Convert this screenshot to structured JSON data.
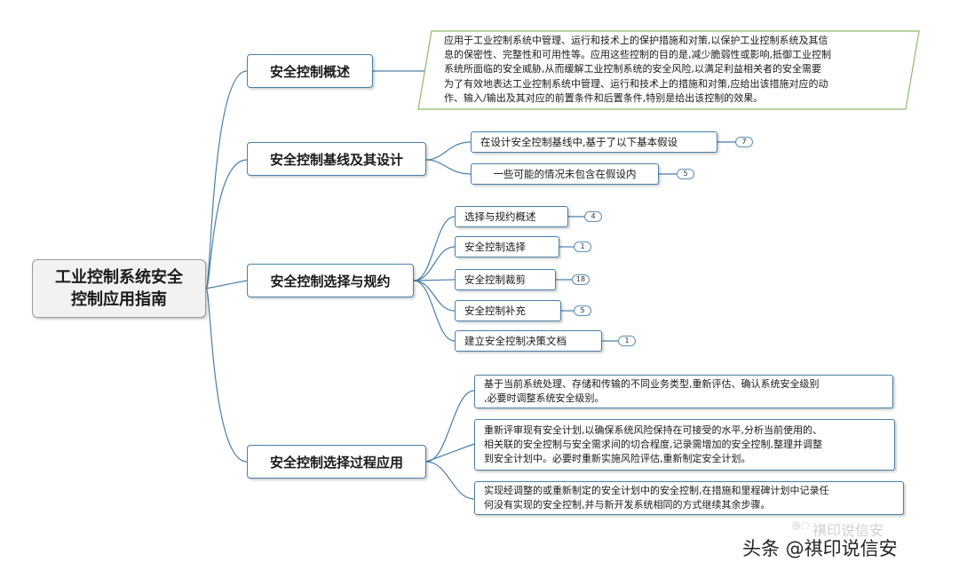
{
  "root": {
    "line1": "工业控制系统安全",
    "line2": "控制应用指南"
  },
  "branches": {
    "b1": {
      "label": "安全控制概述"
    },
    "b2": {
      "label": "安全控制基线及其设计"
    },
    "b3": {
      "label": "安全控制选择与规约"
    },
    "b4": {
      "label": "安全控制选择过程应用"
    }
  },
  "overview_text": [
    "应用于工业控制系统中管理、运行和技术上的保护措施和对策,以保护工业控制系统及其信",
    "息的保密性、完整性和可用性等。应用这些控制的目的是,减少脆弱性或影响,抵御工业控制",
    "系统所面临的安全威胁,从而缓解工业控制系统的安全风险,以满足利益相关者的安全需要",
    "为了有效地表达工业控制系统中管理、运行和技术上的措施和对策,应给出该措施对应的动",
    "作、输入/输出及其对应的前置条件和后置条件,特别是给出该控制的效果。"
  ],
  "baseline_items": [
    {
      "label": "在设计安全控制基线中,基于了以下基本假设",
      "count": "7"
    },
    {
      "label": "一些可能的情况未包含在假设内",
      "count": "5"
    }
  ],
  "selection_items": [
    {
      "label": "选择与规约概述",
      "count": "4"
    },
    {
      "label": "安全控制选择",
      "count": "1"
    },
    {
      "label": "安全控制裁剪",
      "count": "18"
    },
    {
      "label": "安全控制补充",
      "count": "5"
    },
    {
      "label": "建立安全控制决策文档",
      "count": "1"
    }
  ],
  "process_items": [
    {
      "lines": [
        "基于当前系统处理、存储和传输的不同业务类型,重新评估、确认系统安全级别",
        ",必要时调整系统安全级别。"
      ]
    },
    {
      "lines": [
        "重新评审现有安全计划,以确保系统风险保持在可接受的水平,分析当前使用的、",
        "相关联的安全控制与安全需求间的切合程度,记录需增加的安全控制,整理并调整",
        "到安全计划中。必要时重新实施风险评估,重新制定安全计划。"
      ]
    },
    {
      "lines": [
        "实现经调整的或重新制定的安全计划中的安全控制,在措施和里程碑计划中记录任",
        "何没有实现的安全控制,并与新开发系统相同的方式继续其余步骤。"
      ]
    }
  ],
  "watermark": {
    "faint": "祺印说信安",
    "main": "头条 @祺印说信安"
  },
  "colors": {
    "line": "#4a7fa8",
    "overview_border": "#8dbb6a",
    "root_bg": "#f2f2f2"
  }
}
